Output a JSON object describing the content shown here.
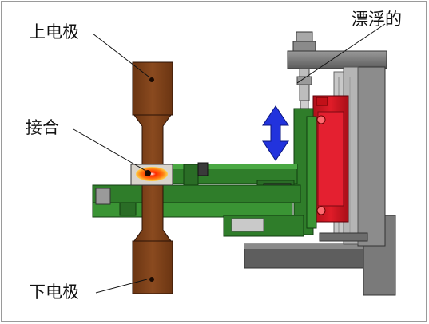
{
  "labels": {
    "upper_electrode": "上电极",
    "joint": "接合",
    "floating": "漂浮的",
    "lower_electrode": "下电极"
  },
  "colors": {
    "electrode": "#7a3e18",
    "fixture_green": "#2f7d2a",
    "cylinder_red": "#d01622",
    "frame_gray": "#6a6a6a",
    "arrow_blue": "#2233dd",
    "weld_hot": "#ff4a1a"
  },
  "icons": {
    "motion_arrow": "double-arrow-vertical"
  }
}
